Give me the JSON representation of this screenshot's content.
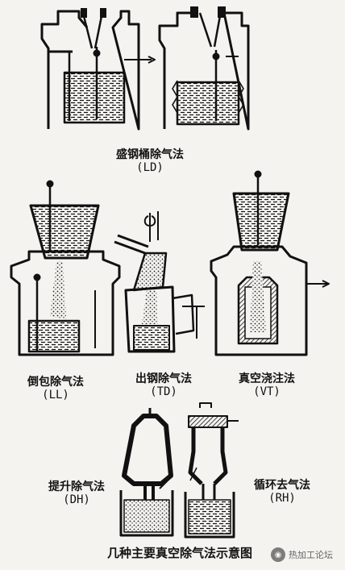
{
  "figure_title": "几种主要真空除气法示意图",
  "watermark": {
    "text": "热加工论坛"
  },
  "methods": [
    {
      "name": "盛钢桶除气法",
      "abbr": "(LD)"
    },
    {
      "name": "倒包除气法",
      "abbr": "(LL)"
    },
    {
      "name": "出钢除气法",
      "abbr": "(TD)"
    },
    {
      "name": "真空浇注法",
      "abbr": "(VT)"
    },
    {
      "name": "提升除气法",
      "abbr": "(DH)"
    },
    {
      "name": "循环去气法",
      "abbr": "(RH)"
    }
  ],
  "colors": {
    "ink": "#111111",
    "background": "#f4f3ef",
    "liquid": "#555555"
  }
}
